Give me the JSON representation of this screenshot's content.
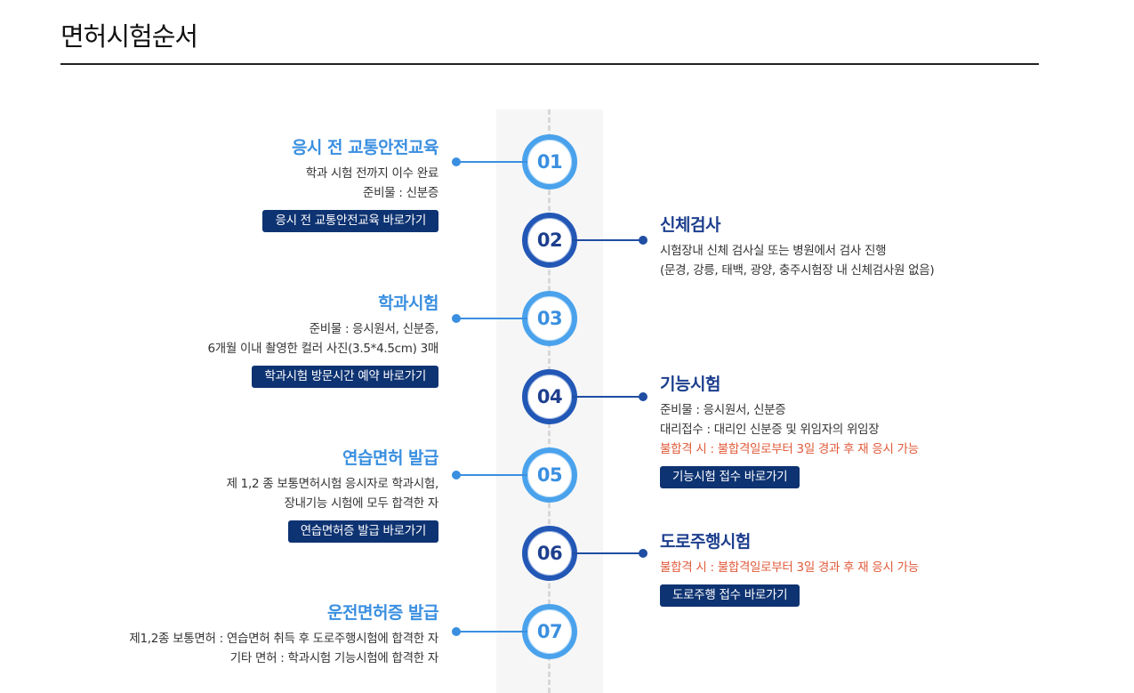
{
  "page": {
    "title": "면허시험순서"
  },
  "steps": [
    {
      "number": "01",
      "title": "응시 전 교통안전교육",
      "lines": [
        "학과 시험 전까지 이수 완료",
        "준비물 : 신분증"
      ],
      "warning": "",
      "button": "응시 전 교통안전교육 바로가기"
    },
    {
      "number": "02",
      "title": "신체검사",
      "lines": [
        "시험장내 신체 검사실 또는 병원에서 검사 진행",
        "(문경, 강릉, 태백, 광양, 충주시험장 내 신체검사원 없음)"
      ],
      "warning": "",
      "button": ""
    },
    {
      "number": "03",
      "title": "학과시험",
      "lines": [
        "준비물 : 응시원서, 신분증,",
        "6개월 이내 촬영한 컬러 사진(3.5*4.5cm) 3매"
      ],
      "warning": "",
      "button": "학과시험 방문시간 예약 바로가기"
    },
    {
      "number": "04",
      "title": "기능시험",
      "lines": [
        "준비물 : 응시원서, 신분증",
        "대리접수 : 대리인 신분증 및 위임자의 위임장"
      ],
      "warning": "불합격 시 : 불합격일로부터 3일 경과 후 재 응시 가능",
      "button": "기능시험 접수 바로가기"
    },
    {
      "number": "05",
      "title": "연습면허 발급",
      "lines": [
        "제 1,2 종 보통면허시험 응시자로 학과시험,",
        "장내기능 시험에 모두 합격한 자"
      ],
      "warning": "",
      "button": "연습면허증 발급 바로가기"
    },
    {
      "number": "06",
      "title": "도로주행시험",
      "lines": [],
      "warning": "불합격 시 : 불합격일로부터 3일 경과 후 재 응시 가능",
      "button": "도로주행 접수 바로가기"
    },
    {
      "number": "07",
      "title": "운전면허증 발급",
      "lines": [
        "제1,2종 보통면허 : 연습면허 취득 후 도로주행시험에 합격한 자",
        "기타 면허 : 학과시험 기능시험에 합격한 자"
      ],
      "warning": "",
      "button": ""
    }
  ],
  "colors": {
    "light_accent": "#3a8fe0",
    "dark_accent": "#1d3f8e",
    "button_bg": "#0e3372",
    "warning": "#e05a3a"
  }
}
